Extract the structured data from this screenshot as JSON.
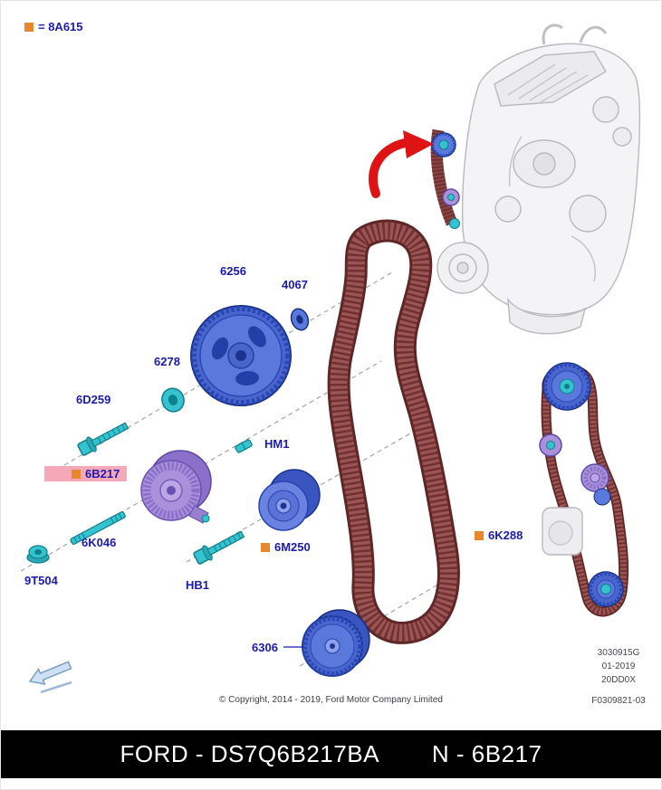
{
  "legend": {
    "marker_label": "= 8A615"
  },
  "parts": {
    "6256": "6256",
    "4067": "4067",
    "6278": "6278",
    "6D259": "6D259",
    "HM1": "HM1",
    "6B217": "6B217",
    "6K046": "6K046",
    "9T504": "9T504",
    "HB1": "HB1",
    "6M250": "6M250",
    "6K288": "6K288",
    "6306": "6306"
  },
  "selection": {
    "highlighted_part": "6B217"
  },
  "drawing_block": {
    "lines": [
      "3030915G",
      "01-2019",
      "20DD0X",
      "F0309821-03"
    ]
  },
  "copyright": "© Copyright, 2014 - 2019, Ford Motor Company Limited",
  "footer": {
    "left": "FORD - DS7Q6B217BA",
    "right": "N - 6B217"
  },
  "colors": {
    "label_blue": "#1a1ab0",
    "callout_marker_orange": "#e8872b",
    "highlight_pink": "#f5a9b8",
    "belt_maroon": "#9a5454",
    "part_blue": "#5b79dc",
    "fastener_teal": "#35c3cf",
    "tensioner_purple": "#a991dc",
    "pointer_red": "#de1414",
    "footer_bg": "#000000"
  }
}
